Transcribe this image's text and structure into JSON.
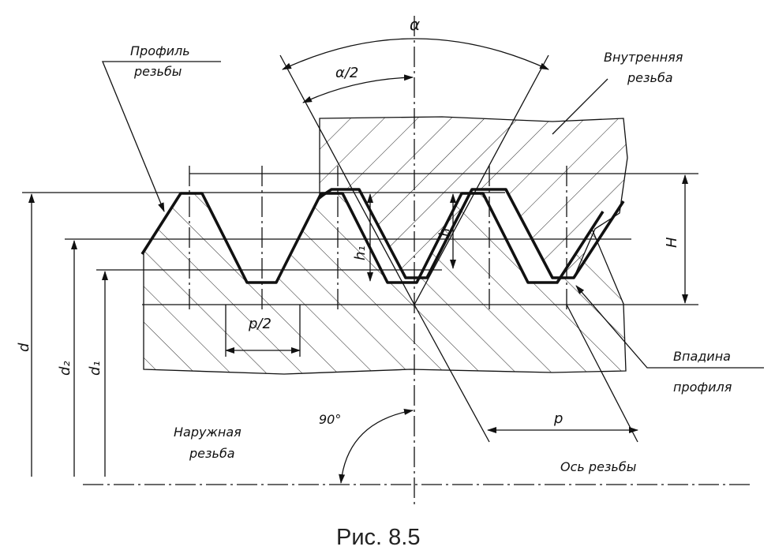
{
  "labels": {
    "alpha": "α",
    "alpha_half": "α/2",
    "profile_line1": "Профиль",
    "profile_line2": "резьбы",
    "internal_line1": "Внутренняя",
    "internal_line2": "резьба",
    "H": "H",
    "h": "h",
    "h1": "h₁",
    "p_half": "p/2",
    "p": "p",
    "d": "d",
    "d2": "d₂",
    "d1": "d₁",
    "angle90": "90°",
    "external_line1": "Наружная",
    "external_line2": "резьба",
    "root_line1": "Впадина",
    "root_line2": "профиля",
    "axis_label": "Ось резьбы"
  },
  "caption": "Рис. 8.5"
}
